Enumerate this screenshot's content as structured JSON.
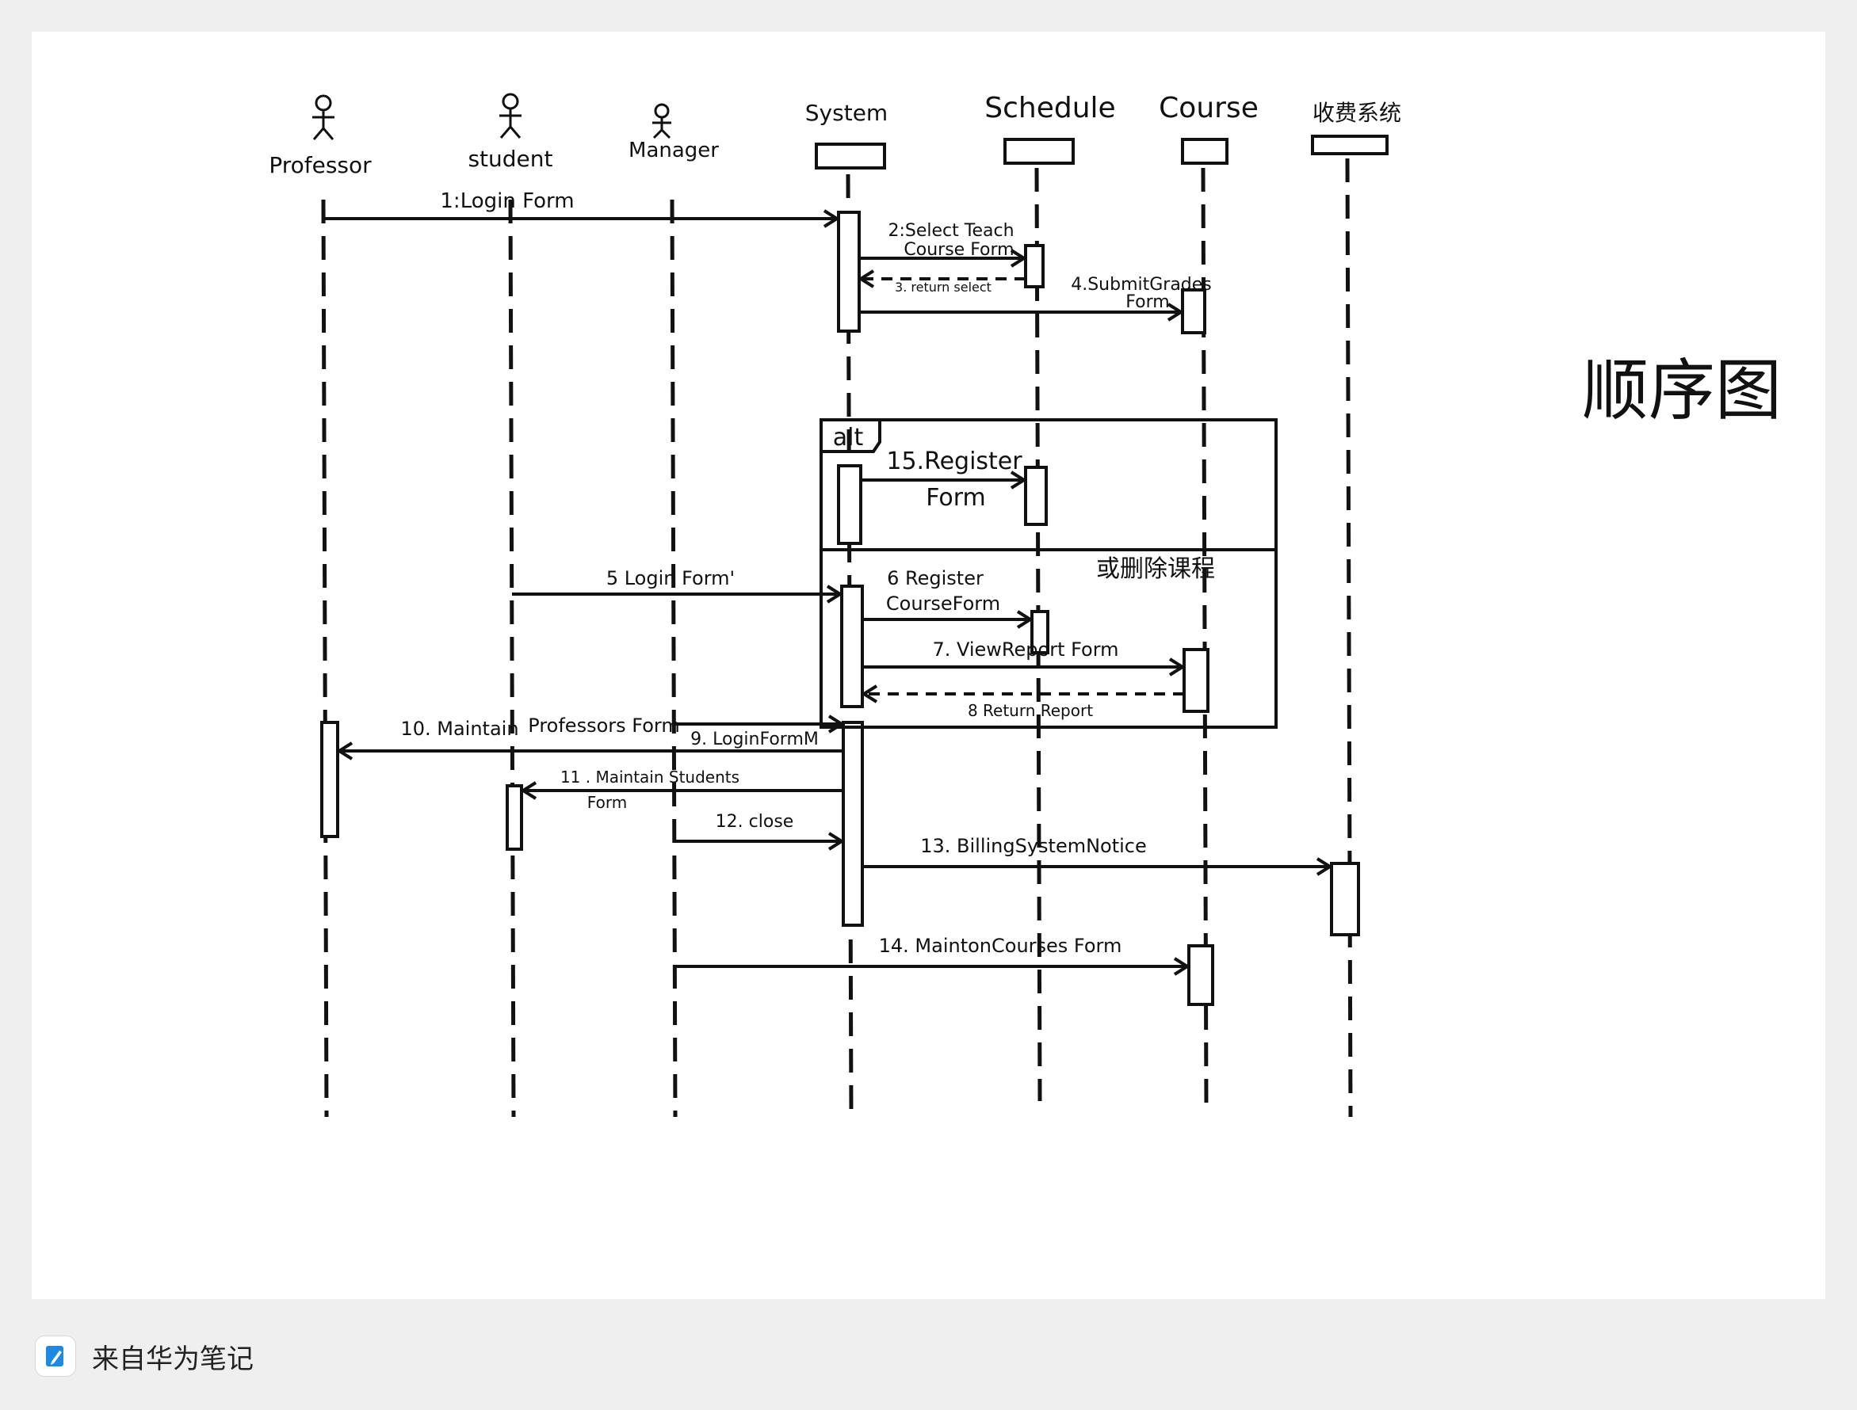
{
  "diagram": {
    "lifelines": {
      "professor": "Professor",
      "student": "student",
      "manager": "Manager",
      "system": "System",
      "schedule": "Schedule",
      "course": "Course",
      "billing": "收费系统"
    },
    "messages": {
      "m1": "1:Login Form",
      "m2a": "2:Select Teach",
      "m2b": "Course Form",
      "m3": "3. return   select",
      "m4a": "4.SubmitGrades",
      "m4b": "Form",
      "m15a": "15.Register",
      "m15b": "Form",
      "m5": "5 Login  Form'",
      "m6a": "6 Register",
      "m6b": "CourseForm",
      "m7": "7.  ViewReport Form",
      "m8": "8  Return    Report",
      "m9": "9. LoginFormM",
      "m10a": "10. Maintain",
      "m10b": "Professors Form",
      "m11a": "11 .  Maintain Students",
      "m11b": "Form",
      "m12": "12. close",
      "m13": "13. BillingSystemNotice",
      "m14": "14.  MaintonCourses  Form"
    },
    "fragment_label": "alt",
    "fragment_note": "或删除课程",
    "side_title": "顺序图"
  },
  "footer": {
    "text": "来自华为笔记",
    "icon": "pen-note-icon",
    "accent": "#1e88e5"
  }
}
